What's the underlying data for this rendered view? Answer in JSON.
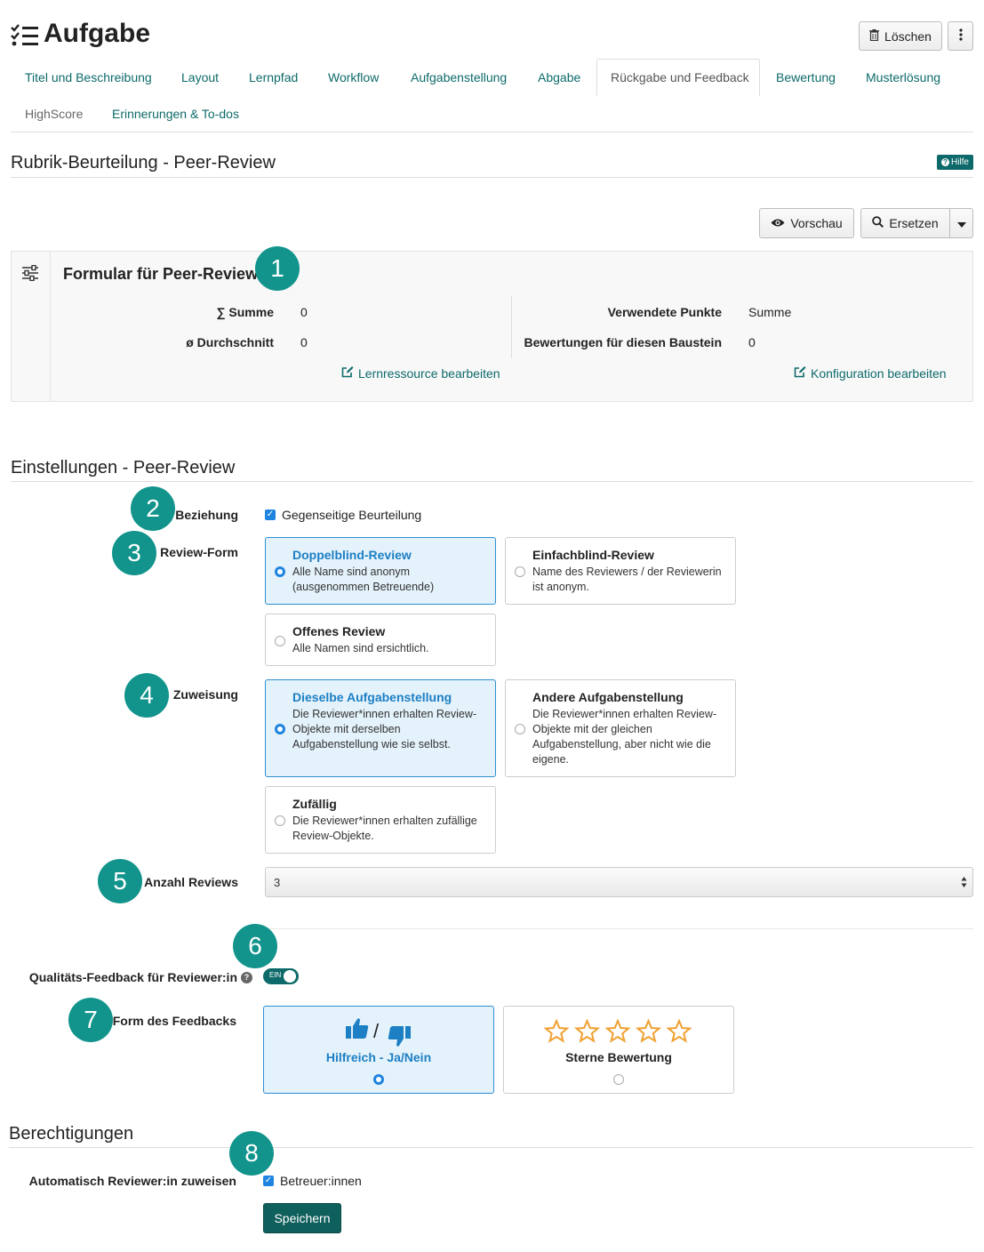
{
  "header": {
    "title": "Aufgabe",
    "delete_label": "Löschen"
  },
  "tabs": [
    "Titel und Beschreibung",
    "Layout",
    "Lernpfad",
    "Workflow",
    "Aufgabenstellung",
    "Abgabe",
    "Rückgabe und Feedback",
    "Bewertung",
    "Musterlösung",
    "HighScore",
    "Erinnerungen & To-dos"
  ],
  "active_tab": "Rückgabe und Feedback",
  "rubric": {
    "title": "Rubrik-Beurteilung - Peer-Review",
    "help": "Hilfe",
    "preview": "Vorschau",
    "replace": "Ersetzen"
  },
  "form_panel": {
    "title": "Formular für Peer-Review",
    "sum_label": "∑ Summe",
    "sum_value": "0",
    "avg_label": "ø Durchschnitt",
    "avg_value": "0",
    "used_points_label": "Verwendete Punkte",
    "used_points_value": "Summe",
    "ratings_label": "Bewertungen für diesen Baustein",
    "ratings_value": "0",
    "edit_resource": "Lernressource bearbeiten",
    "edit_config": "Konfiguration bearbeiten"
  },
  "settings": {
    "title": "Einstellungen - Peer-Review",
    "relation_label": "Beziehung",
    "relation_option": "Gegenseitige Beurteilung",
    "review_form_label": "Review-Form",
    "review_forms": [
      {
        "title": "Doppelblind-Review",
        "desc": "Alle Name sind anonym (ausgenommen Betreuende)"
      },
      {
        "title": "Einfachblind-Review",
        "desc": "Name des Reviewers / der Reviewerin ist anonym."
      },
      {
        "title": "Offenes Review",
        "desc": "Alle Namen sind ersichtlich."
      }
    ],
    "assignment_label": "Zuweisung",
    "assignments": [
      {
        "title": "Dieselbe Aufgabenstellung",
        "desc": "Die Reviewer*innen erhalten Review-Objekte mit derselben Aufgabenstellung wie sie selbst."
      },
      {
        "title": "Andere Aufgabenstellung",
        "desc": "Die Reviewer*innen erhalten Review-Objekte mit der gleichen Aufgabenstellung, aber nicht wie die eigene."
      },
      {
        "title": "Zufällig",
        "desc": "Die Reviewer*innen erhalten zufällige Review-Objekte."
      }
    ],
    "count_label": "Anzahl Reviews",
    "count_value": "3",
    "quality_label": "Qualitäts-Feedback für Reviewer:in",
    "toggle_label": "EIN",
    "feedback_form_label": "Form des Feedbacks",
    "feedback_thumbs": "Hilfreich - Ja/Nein",
    "feedback_stars": "Sterne Bewertung"
  },
  "permissions": {
    "title": "Berechtigungen",
    "auto_assign_label": "Automatisch Reviewer:in zuweisen",
    "auto_assign_option": "Betreuer:innen",
    "save": "Speichern"
  },
  "badges": [
    "1",
    "2",
    "3",
    "4",
    "5",
    "6",
    "7",
    "8"
  ],
  "colors": {
    "accent": "#0e6a6a",
    "badge": "#12948c",
    "selected_bg": "#e4f2fb",
    "selected_border": "#2d8fd0",
    "star": "#f0a030"
  }
}
